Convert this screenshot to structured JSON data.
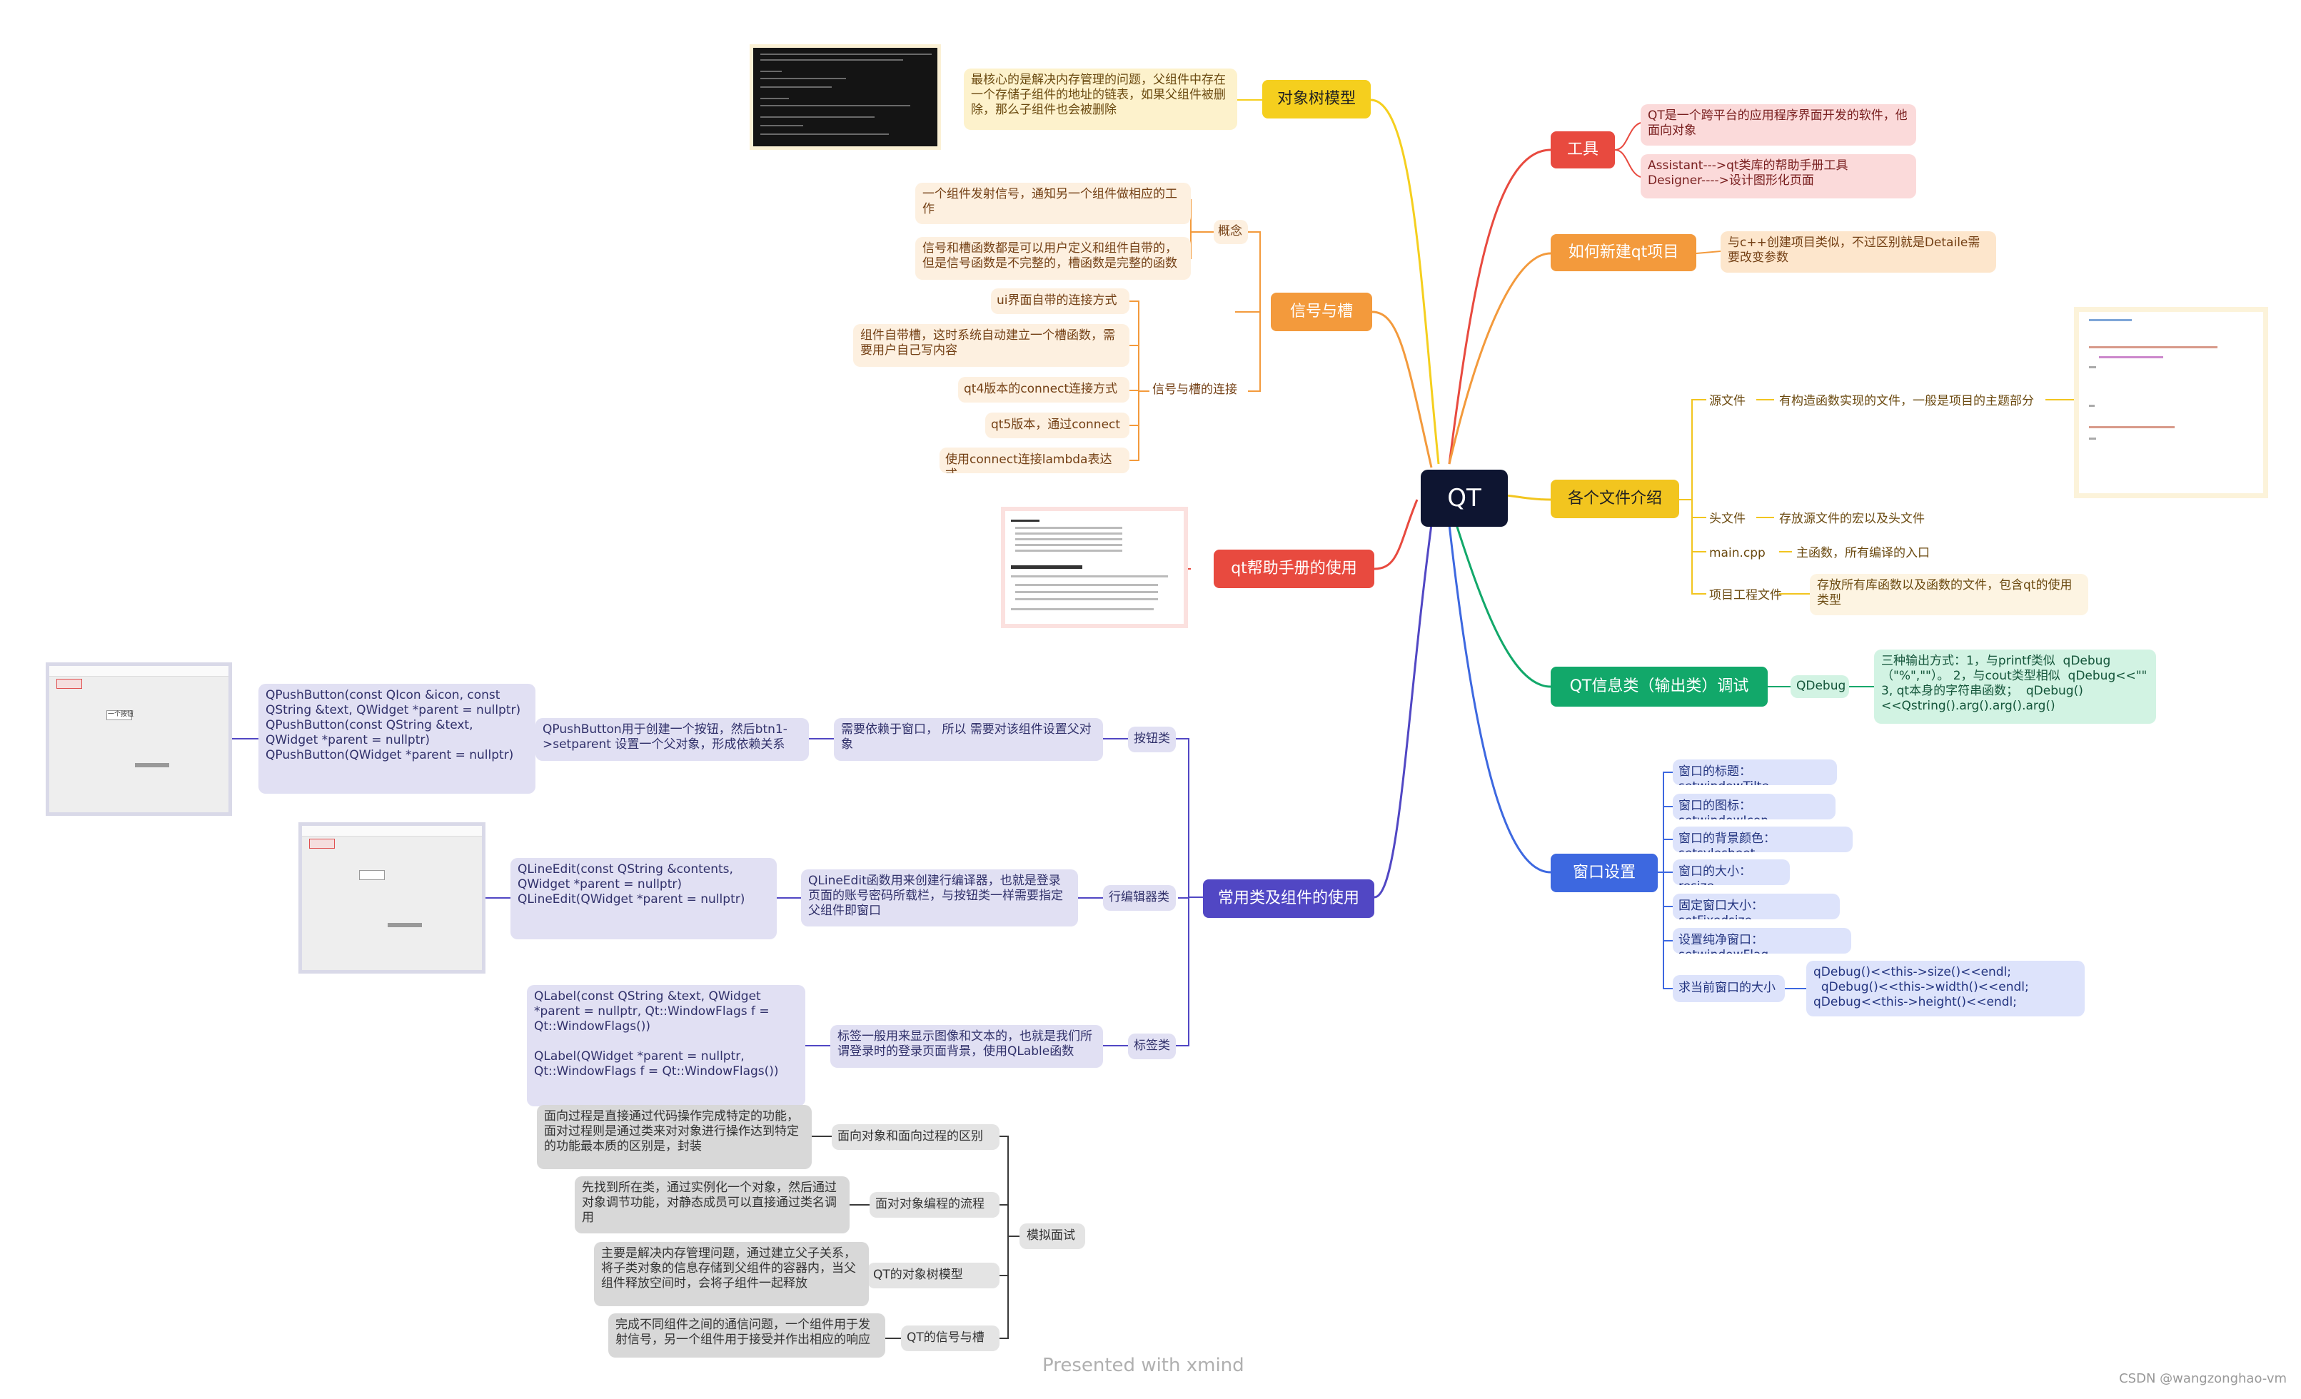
{
  "root": "QT",
  "branches": {
    "tools": {
      "title": "工具",
      "items": [
        "QT是一个跨平台的应用程序界面开发的软件，他面向对象",
        "Assistant--->qt类库的帮助手册工具\nDesigner---->设计图形化页面"
      ]
    },
    "new_project": {
      "title": "如何新建qt项目",
      "items": [
        "与c++创建项目类似，不过区别就是Detaile需要改变参数"
      ]
    },
    "files": {
      "title": "各个文件介绍",
      "items": [
        {
          "label": "源文件",
          "desc": "有构造函数实现的文件，一般是项目的主题部分"
        },
        {
          "label": "头文件",
          "desc": "存放源文件的宏以及头文件"
        },
        {
          "label": "main.cpp",
          "desc": "主函数，所有编译的入口"
        },
        {
          "label": "项目工程文件",
          "desc": "存放所有库函数以及函数的文件，包含qt的使用类型"
        }
      ]
    },
    "debug": {
      "title": "QT信息类（输出类）调试",
      "label": "QDebug",
      "desc": "三种输出方式：1，与printf类似  qDebug\n（\"%\",\"\"）。 2，与cout类型相似  qDebug<<\"\"\n3, qt本身的字符串函数；  qDebug()\n<<Qstring().arg().arg().arg()"
    },
    "window": {
      "title": "窗口设置",
      "items": [
        "窗口的标题：setwindowTilte",
        "窗口的图标：setwindowIcon",
        "窗口的背景颜色：setsylesheet",
        "窗口的大小：resize",
        "固定窗口大小：setFixedsize",
        "设置纯净窗口：setwindowFlag",
        "求当前窗口的大小"
      ],
      "size_code": "qDebug()<<this->size()<<endl;\n  qDebug()<<this->width()<<endl;\nqDebug<<this->height()<<endl;"
    },
    "object_tree": {
      "title": "对象树模型",
      "desc": "最核心的是解决内存管理的问题，父组件中存在一个存储子组件的地址的链表，如果父组件被删除，那么子组件也会被删除"
    },
    "signals": {
      "title": "信号与槽",
      "concept_label": "概念",
      "concepts": [
        "一个组件发射信号，通知另一个组件做相应的工作",
        "信号和槽函数都是可以用户定义和组件自带的，但是信号函数是不完整的，槽函数是完整的函数"
      ],
      "connect_label": "信号与槽的连接",
      "connects": [
        "ui界面自带的连接方式",
        "组件自带槽，这时系统自动建立一个槽函数，需要用户自己写内容",
        "qt4版本的connect连接方式",
        "qt5版本，通过connect",
        "使用connect连接lambda表达式"
      ]
    },
    "manual": {
      "title": "qt帮助手册的使用"
    },
    "classes": {
      "title": "常用类及组件的使用",
      "button": {
        "label": "按钮类",
        "desc": "需要依赖于窗口， 所以 需要对该组件设置父对象",
        "detail": "QPushButton用于创建一个按钮，然后btn1->setparent 设置一个父对象，形成依赖关系",
        "ctors": "QPushButton(const QIcon &icon, const QString &text, QWidget *parent = nullptr)\nQPushButton(const QString &text, QWidget *parent = nullptr)\nQPushButton(QWidget *parent = nullptr)"
      },
      "lineedit": {
        "label": "行编辑器类",
        "desc": "QLineEdit函数用来创建行编译器，也就是登录页面的账号密码所载栏，与按钮类一样需要指定父组件即窗口",
        "ctors": "QLineEdit(const QString &contents, QWidget *parent = nullptr)\nQLineEdit(QWidget *parent = nullptr)"
      },
      "label": {
        "label": "标签类",
        "desc": "标签一般用来显示图像和文本的，也就是我们所谓登录时的登录页面背景，使用QLable函数",
        "ctors": "QLabel(const QString &text, QWidget *parent = nullptr, Qt::WindowFlags f = Qt::WindowFlags())\n\nQLabel(QWidget *parent = nullptr, Qt::WindowFlags f = Qt::WindowFlags())"
      }
    },
    "interview": {
      "title": "模拟面试",
      "items": [
        {
          "label": "面向对象和面向过程的区别",
          "desc": "面向过程是直接通过代码操作完成特定的功能，面对过程则是通过类来对对象进行操作达到特定的功能最本质的区别是，封装"
        },
        {
          "label": "面对对象编程的流程",
          "desc": "先找到所在类，通过实例化一个对象，然后通过对象调节功能，对静态成员可以直接通过类名调用"
        },
        {
          "label": "QT的对象树模型",
          "desc": "主要是解决内存管理问题，通过建立父子关系，将子类对象的信息存储到父组件的容器内，当父组件释放空间时，会将子组件一起释放"
        },
        {
          "label": "QT的信号与槽",
          "desc": "完成不同组件之间的通信问题，一个组件用于发射信号，另一个组件用于接受并作出相应的响应"
        }
      ]
    }
  },
  "thumb_texts": {
    "push_button_caption": "一个按钮"
  },
  "footer": {
    "watermark": "Presented with xmind",
    "credit": "CSDN @wangzonghao-vm"
  },
  "colors": {
    "center": "#0e1531",
    "tools": "#e84a3f",
    "new_project": "#f39a3c",
    "files": "#f2c51f",
    "debug": "#12a86a",
    "window": "#3d68e0",
    "object_tree": "#f5cf1e",
    "signals": "#f39a3c",
    "manual": "#e84a3f",
    "classes": "#5147c4",
    "interview": "#3a3a3a"
  }
}
